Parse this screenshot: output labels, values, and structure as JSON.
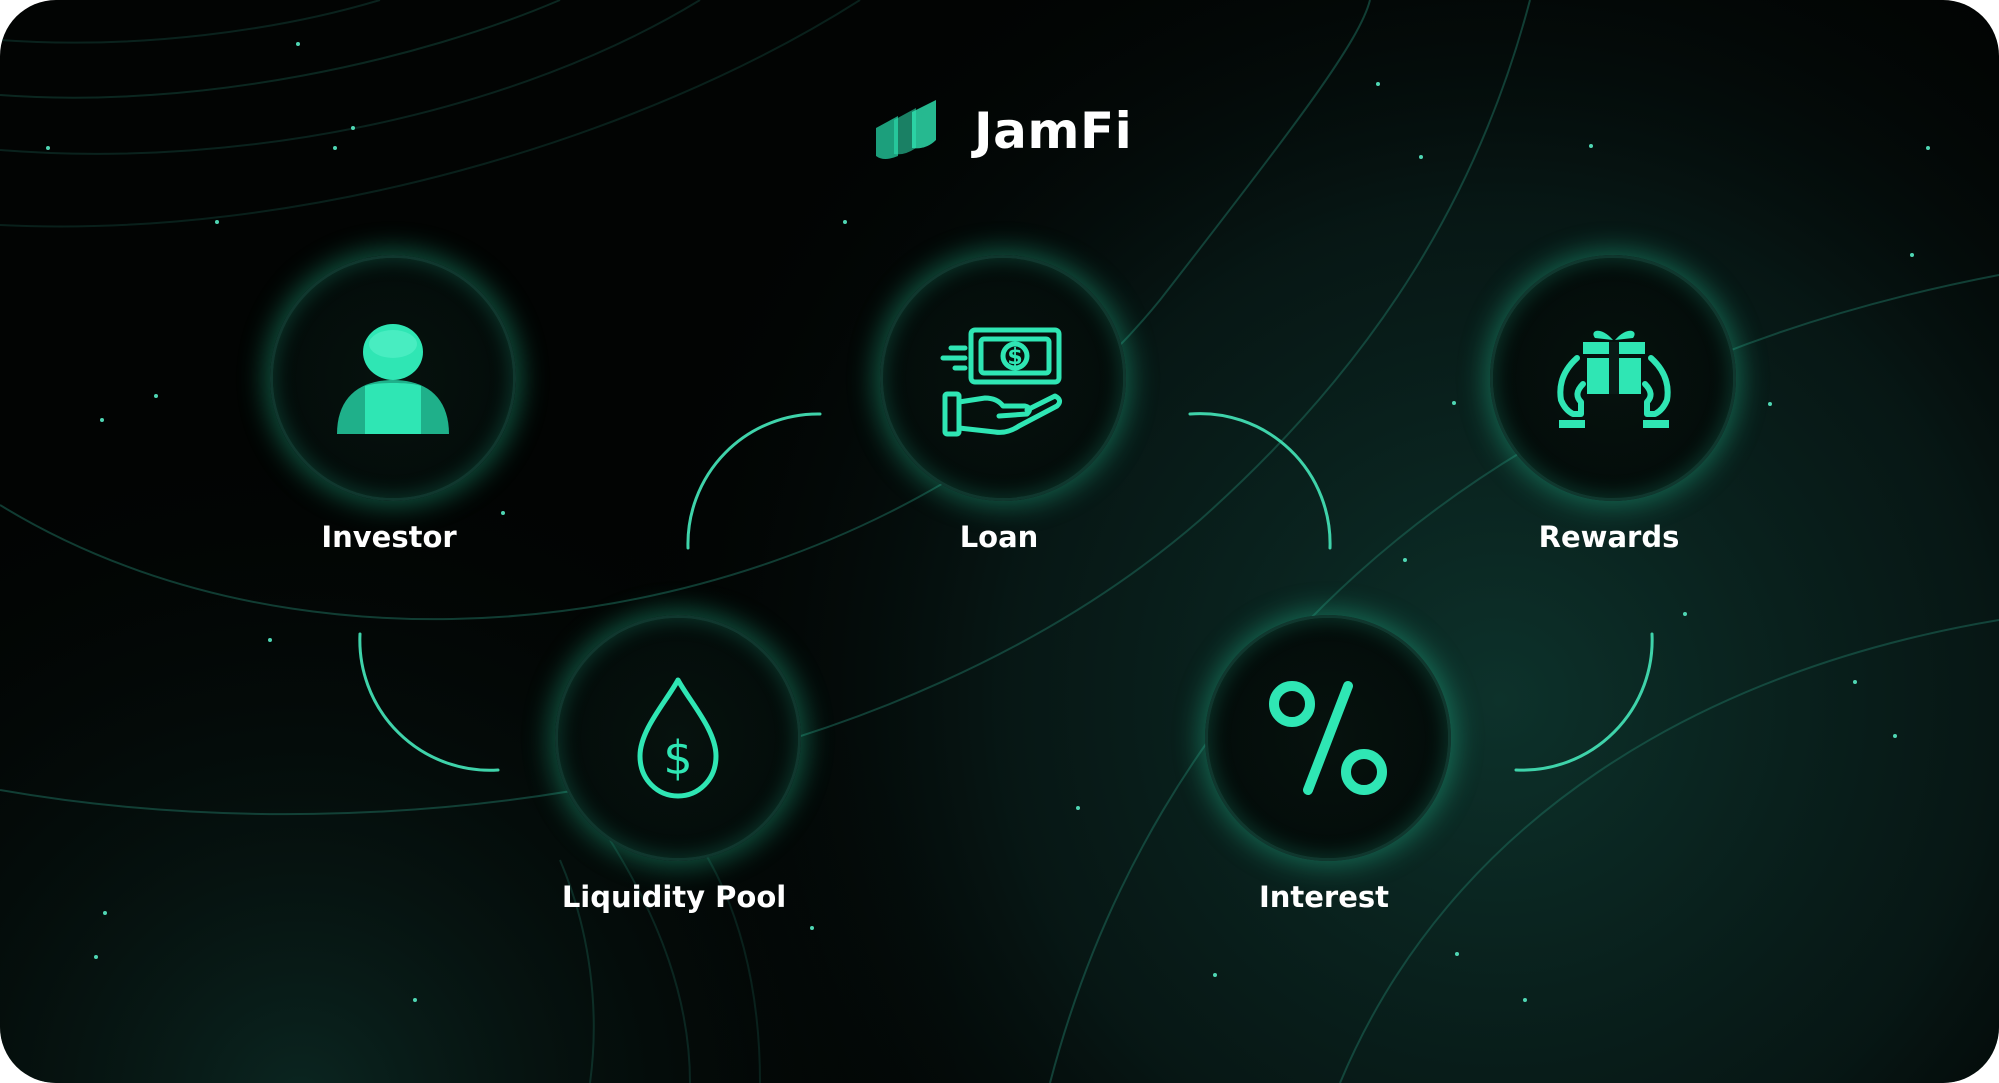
{
  "brand": {
    "name": "JamFi",
    "logo_icon": "jamfi-stripes-logo"
  },
  "colors": {
    "background": "#020403",
    "accent": "#2fe6b4",
    "ring_glow": "#1fb08a",
    "text": "#ffffff"
  },
  "nodes": {
    "investor": {
      "label": "Investor",
      "icon": "person-icon"
    },
    "loan": {
      "label": "Loan",
      "icon": "cash-hand-icon"
    },
    "rewards": {
      "label": "Rewards",
      "icon": "gift-hands-icon"
    },
    "liquidity_pool": {
      "label": "Liquidity Pool",
      "icon": "dollar-drop-icon"
    },
    "interest": {
      "label": "Interest",
      "icon": "percent-icon"
    }
  }
}
